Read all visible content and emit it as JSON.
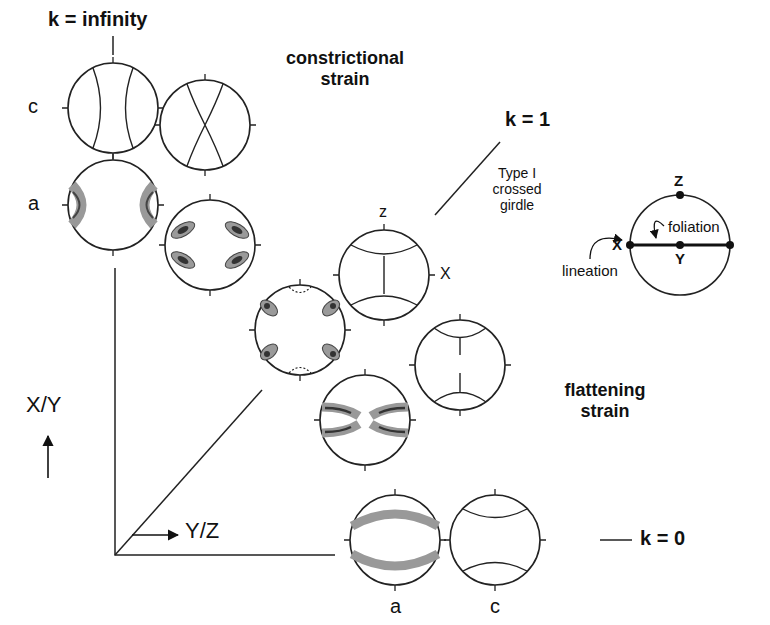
{
  "diagram": {
    "labels": [
      "k = infinity",
      "constrictional strain",
      "k = 1",
      "c",
      "Type I crossed girdle",
      "a",
      "z",
      "X",
      "Z",
      "X",
      "foliation",
      "lineation",
      "Y",
      "X/Y",
      "flattening strain",
      "Y/Z",
      "a",
      "c",
      "k = 0"
    ]
  }
}
